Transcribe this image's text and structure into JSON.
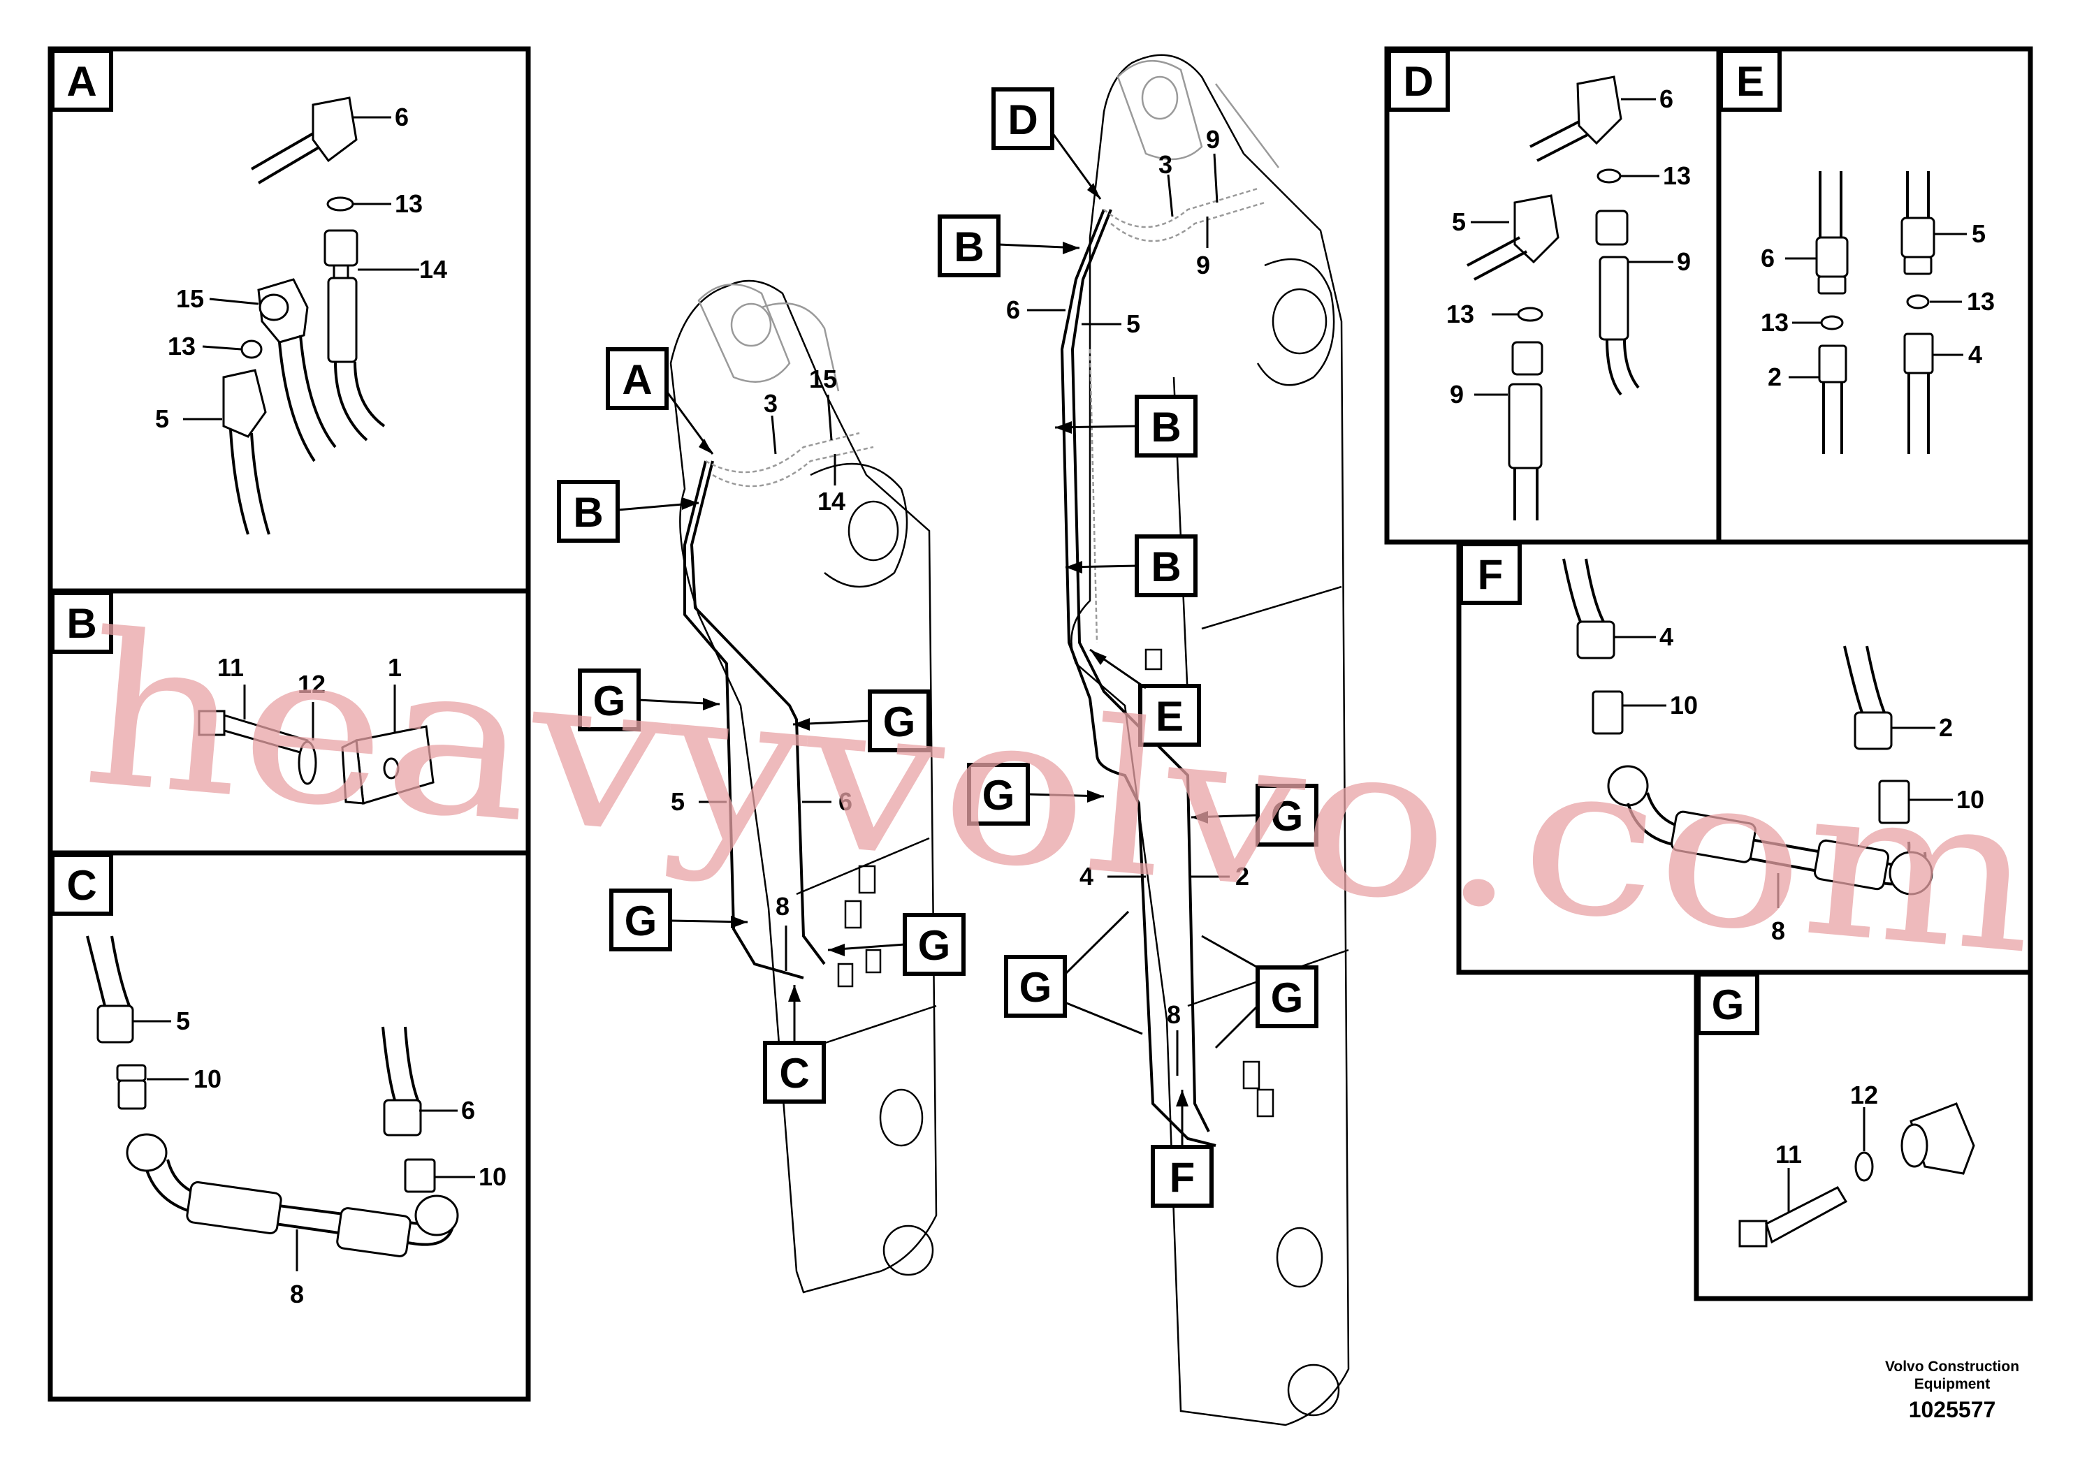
{
  "panels": {
    "A": "A",
    "B": "B",
    "C": "C",
    "D": "D",
    "E": "E",
    "F": "F",
    "G": "G"
  },
  "panel_A": {
    "labels": [
      "6",
      "13",
      "14",
      "15",
      "13",
      "5"
    ]
  },
  "panel_B": {
    "labels": [
      "11",
      "12",
      "1"
    ]
  },
  "panel_C": {
    "labels": [
      "5",
      "10",
      "6",
      "10",
      "8"
    ]
  },
  "panel_D": {
    "labels": [
      "6",
      "13",
      "5",
      "9",
      "13",
      "9"
    ]
  },
  "panel_E": {
    "labels": [
      "6",
      "5",
      "13",
      "13",
      "2",
      "4"
    ]
  },
  "panel_F": {
    "labels": [
      "4",
      "10",
      "2",
      "10",
      "8"
    ]
  },
  "panel_G": {
    "labels": [
      "12",
      "11"
    ]
  },
  "boom_left": {
    "callouts": [
      "A",
      "B",
      "G",
      "G",
      "G",
      "G",
      "C"
    ],
    "labels": [
      "3",
      "15",
      "14",
      "5",
      "6",
      "8"
    ]
  },
  "boom_right": {
    "callouts": [
      "D",
      "B",
      "B",
      "B",
      "E",
      "G",
      "G",
      "G",
      "G",
      "F"
    ],
    "labels": [
      "3",
      "9",
      "9",
      "6",
      "5",
      "4",
      "2",
      "8"
    ]
  },
  "watermark": "heavyvolvo.com",
  "footer": {
    "company": "Volvo Construction Equipment",
    "drawing_number": "1025577"
  }
}
